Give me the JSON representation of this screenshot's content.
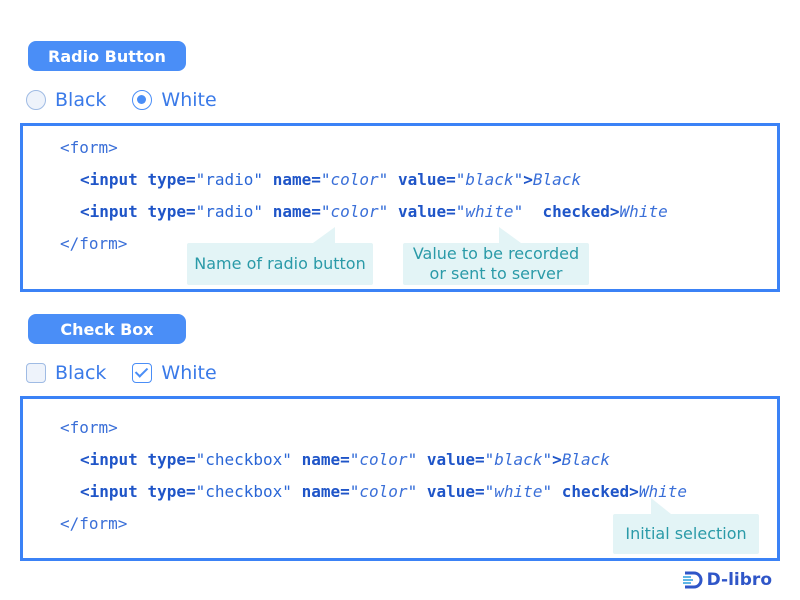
{
  "radio_section": {
    "title": "Radio Button",
    "options": [
      {
        "label": "Black",
        "checked": false
      },
      {
        "label": "White",
        "checked": true
      }
    ],
    "code": {
      "open": "<form>",
      "close": "</form>",
      "lines": [
        {
          "tag": "<input",
          "type_attr": "type=",
          "type_val": "\"radio\"",
          "name_attr": "name=",
          "name_q1": "\"",
          "name_val": "color",
          "name_q2": "\"",
          "value_attr": "value=",
          "value_q1": "\"",
          "value_val": "black",
          "value_q2": "\"",
          "checked": "",
          "close": ">",
          "text": "Black"
        },
        {
          "tag": "<input",
          "type_attr": "type=",
          "type_val": "\"radio\"",
          "name_attr": "name=",
          "name_q1": "\"",
          "name_val": "color",
          "name_q2": "\"",
          "value_attr": "value=",
          "value_q1": "\"",
          "value_val": "white",
          "value_q2": "\"",
          "checked": "checked",
          "close": ">",
          "text": "White"
        }
      ]
    },
    "notes": {
      "name": "Name of radio button",
      "value_line1": "Value to be recorded",
      "value_line2": "or sent to server"
    }
  },
  "checkbox_section": {
    "title": "Check Box",
    "options": [
      {
        "label": "Black",
        "checked": false
      },
      {
        "label": "White",
        "checked": true
      }
    ],
    "code": {
      "open": "<form>",
      "close": "</form>",
      "lines": [
        {
          "tag": "<input",
          "type_attr": "type=",
          "type_val": "\"checkbox\"",
          "name_attr": "name=",
          "name_q1": "\"",
          "name_val": "color",
          "name_q2": "\"",
          "value_attr": "value=",
          "value_q1": "\"",
          "value_val": "black",
          "value_q2": "\"",
          "checked": "",
          "close": ">",
          "text": "Black"
        },
        {
          "tag": "<input",
          "type_attr": "type=",
          "type_val": "\"checkbox\"",
          "name_attr": "name=",
          "name_q1": "\"",
          "name_val": "color",
          "name_q2": "\"",
          "value_attr": "value=",
          "value_q1": "\"",
          "value_val": "white",
          "value_q2": "\"",
          "checked": "checked",
          "close": ">",
          "text": "White"
        }
      ]
    },
    "notes": {
      "initial": "Initial selection"
    }
  },
  "logo": {
    "text": "D-libro"
  },
  "colors": {
    "accent": "#4a8ef7",
    "border": "#3b82f6",
    "note_bg": "#e3f4f6",
    "note_text": "#2a9aa8"
  }
}
